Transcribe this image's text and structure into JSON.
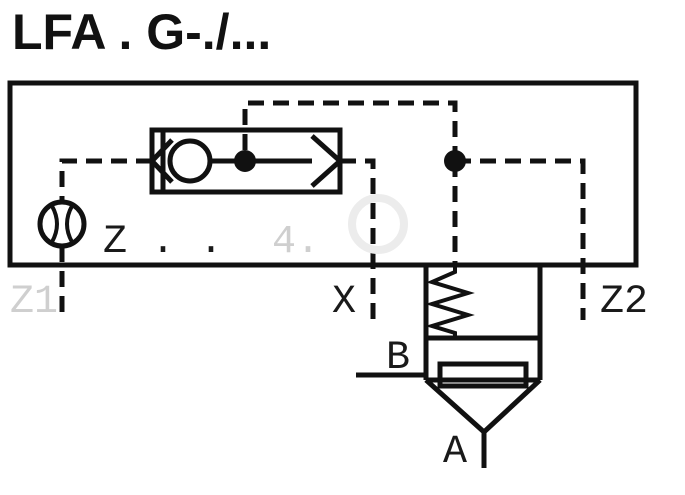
{
  "title": "LFA . G-./...",
  "labels": {
    "z_dots": "Z . .",
    "faint_4": "4.",
    "z1": "Z1",
    "x": "X",
    "z2": "Z2",
    "b": "B",
    "a": "A"
  },
  "colors": {
    "stroke": "#111111",
    "background": "#ffffff"
  }
}
